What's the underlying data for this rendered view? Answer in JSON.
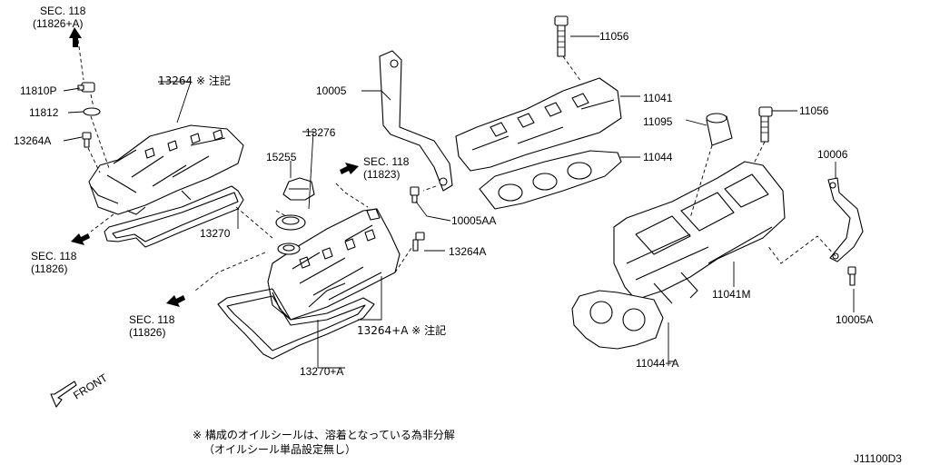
{
  "labels": {
    "sec_top_line1": "SEC. 118",
    "sec_top_line2": "(11826+A)",
    "p11810p": "11810P",
    "p11812": "11812",
    "p13264a_left": "13264A",
    "p13264_note": "13264 ※ 注記",
    "p10005": "10005",
    "p11056_top": "11056",
    "p11041": "11041",
    "p11095": "11095",
    "p11056_right": "11056",
    "p11044": "11044",
    "p10006": "10006",
    "p13276": "13276",
    "p15255": "15255",
    "sec_mid_line1": "SEC. 118",
    "sec_mid_line2": "(11823)",
    "p10005aa": "10005AA",
    "p13270": "13270",
    "p13264a_mid": "13264A",
    "sec_left_line1": "SEC. 118",
    "sec_left_line2": "(11826)",
    "p11041m": "11041M",
    "p10005a": "10005A",
    "sec_bottom_line1": "SEC. 118",
    "sec_bottom_line2": "(11826)",
    "p13264a_note": "13264+A ※ 注記",
    "p13270a": "13270+A",
    "p11044a": "11044+A",
    "front": "FRONT",
    "footnote_line1": "※ 構成のオイルシールは、溶着となっている為非分解",
    "footnote_line2": "（オイルシール単品設定無し）",
    "diagram_code": "J11100D3"
  }
}
